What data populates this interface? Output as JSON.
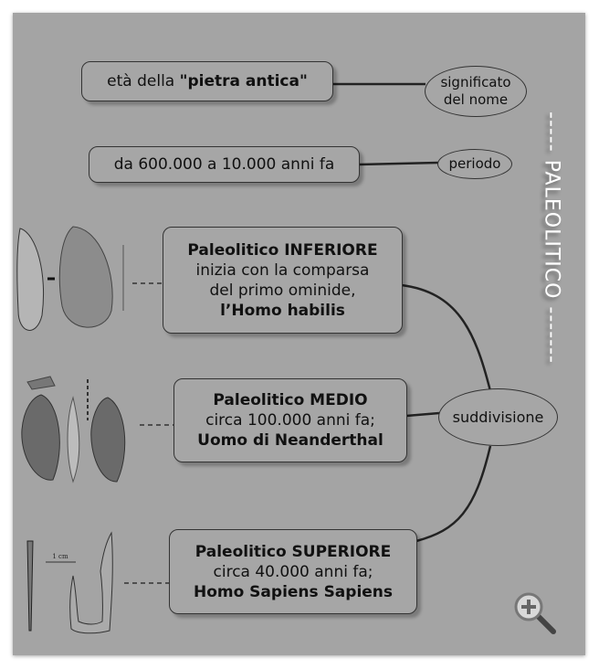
{
  "title": "----- PALEOLITICO -------",
  "name_box": {
    "prefix": "età della ",
    "bold": "\"pietra antica\""
  },
  "name_oval": {
    "line1": "significato",
    "line2": "del nome"
  },
  "period_box": "da 600.000 a 10.000 anni fa",
  "period_oval": "periodo",
  "subdivision_oval": "suddivisione",
  "inferiore": {
    "title": "Paleolitico INFERIORE",
    "line2": "inizia con la comparsa",
    "line3": "del primo ominide,",
    "line4": "l’Homo habilis"
  },
  "medio": {
    "title": "Paleolitico MEDIO",
    "line2": "circa 100.000 anni fa;",
    "line3": "Uomo di Neanderthal"
  },
  "superiore": {
    "title": "Paleolitico SUPERIORE",
    "line2": "circa 40.000 anni fa;",
    "line3": "Homo Sapiens Sapiens"
  },
  "scale_label": "1 cm"
}
